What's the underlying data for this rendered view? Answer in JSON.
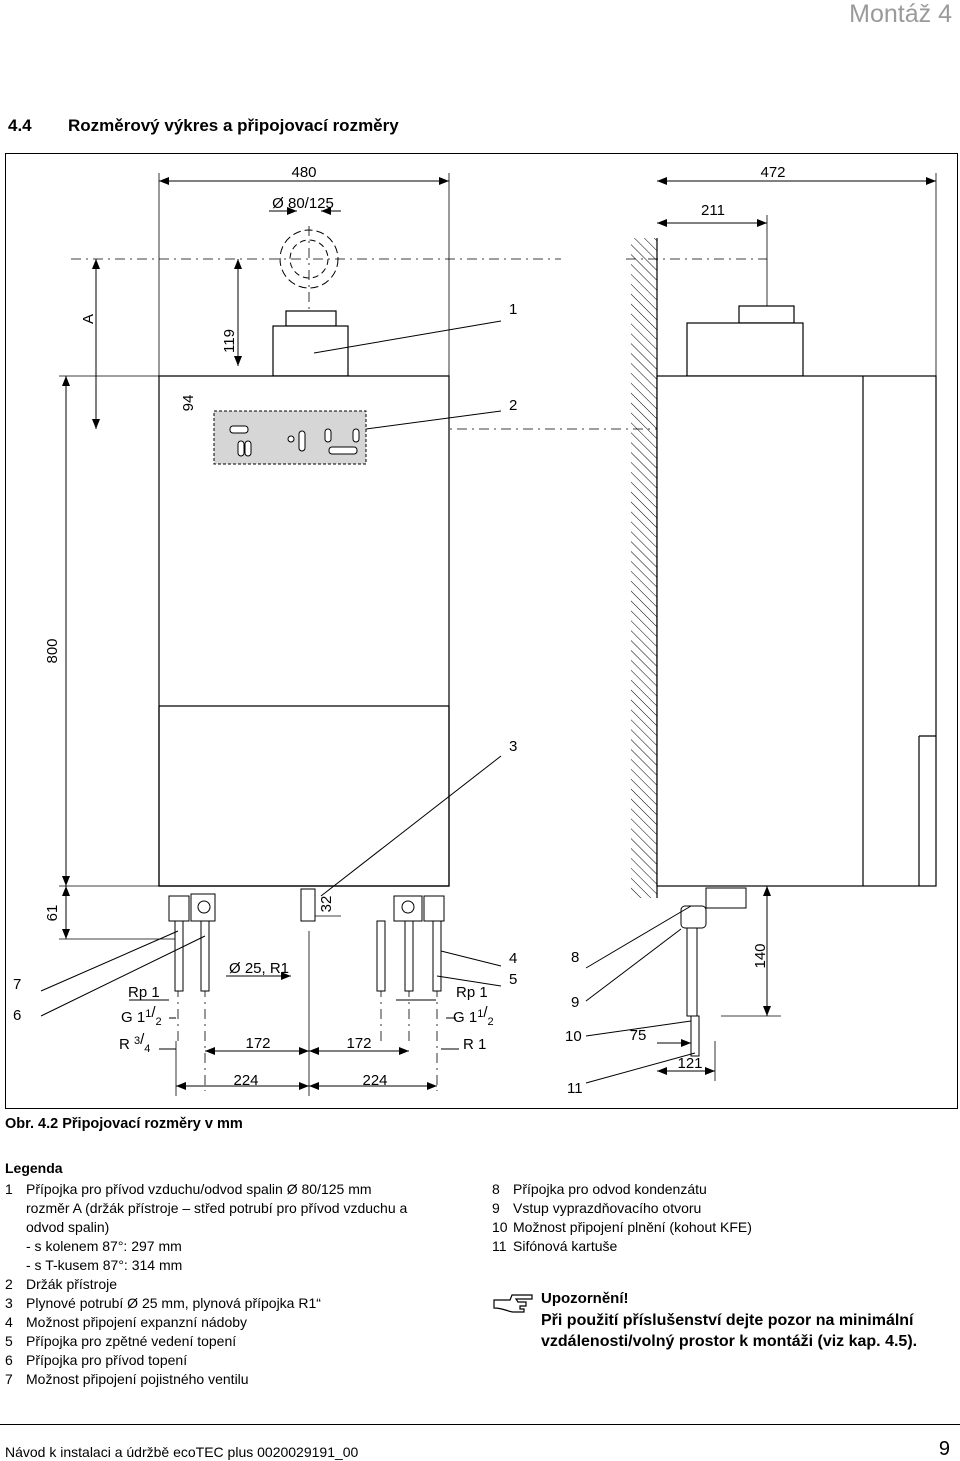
{
  "header": {
    "chapter": "Montáž 4"
  },
  "section": {
    "number": "4.4",
    "title": "Rozměrový výkres a připojovací rozměry"
  },
  "figure": {
    "dims": {
      "width_480": "480",
      "flue": "Ø 80/125",
      "depth_472": "472",
      "d211": "211",
      "A": "A",
      "d119": "119",
      "d94": "94",
      "h800": "800",
      "d61": "61",
      "d32": "32",
      "d140": "140",
      "d75": "75",
      "d121": "121",
      "d172a": "172",
      "d172b": "172",
      "d224a": "224",
      "d224b": "224",
      "gas": "Ø 25, R1"
    },
    "callouts": {
      "c1": "1",
      "c2": "2",
      "c3": "3",
      "c4": "4",
      "c5": "5",
      "c6": "6",
      "c7": "7",
      "c8": "8",
      "c9": "9",
      "c10": "10",
      "c11": "11"
    },
    "threads": {
      "rp1_left": "Rp 1",
      "g_left": "G 1",
      "r34": "R ",
      "rp1_right": "Rp 1",
      "g_right": "G 1",
      "r1": "R 1"
    }
  },
  "caption": "Obr. 4.2 Připojovací rozměry v mm",
  "legend": {
    "title": "Legenda",
    "left": [
      {
        "n": "1",
        "text": "Přípojka pro přívod vzduchu/odvod spalin Ø 80/125 mm"
      },
      {
        "n": "",
        "text": "rozměr A (držák přístroje – střed potrubí pro přívod vzduchu a"
      },
      {
        "n": "",
        "text": "odvod spalin)"
      },
      {
        "n": "",
        "text": "- s kolenem 87°: 297 mm"
      },
      {
        "n": "",
        "text": "- s T-kusem 87°: 314 mm"
      },
      {
        "n": "2",
        "text": "Držák přístroje"
      },
      {
        "n": "3",
        "text": "Plynové potrubí Ø 25 mm, plynová přípojka R1“"
      },
      {
        "n": "4",
        "text": "Možnost připojení expanzní nádoby"
      },
      {
        "n": "5",
        "text": "Přípojka pro zpětné vedení topení"
      },
      {
        "n": "6",
        "text": "Přípojka pro přívod topení"
      },
      {
        "n": "7",
        "text": "Možnost připojení pojistného ventilu"
      }
    ],
    "right": [
      {
        "n": "8",
        "text": "Přípojka pro odvod kondenzátu"
      },
      {
        "n": "9",
        "text": "Vstup vyprazdňovacího otvoru"
      },
      {
        "n": "10",
        "text": "Možnost připojení plnění (kohout KFE)"
      },
      {
        "n": "11",
        "text": "Sifónová kartuše"
      }
    ]
  },
  "note": {
    "title": "Upozornění!",
    "text": "Při použití příslušenství dejte pozor na minimální vzdálenosti/volný prostor k montáži (viz kap. 4.5)."
  },
  "footer": {
    "text": "Návod k instalaci a údržbě ecoTEC plus 0020029191_00",
    "page": "9"
  }
}
